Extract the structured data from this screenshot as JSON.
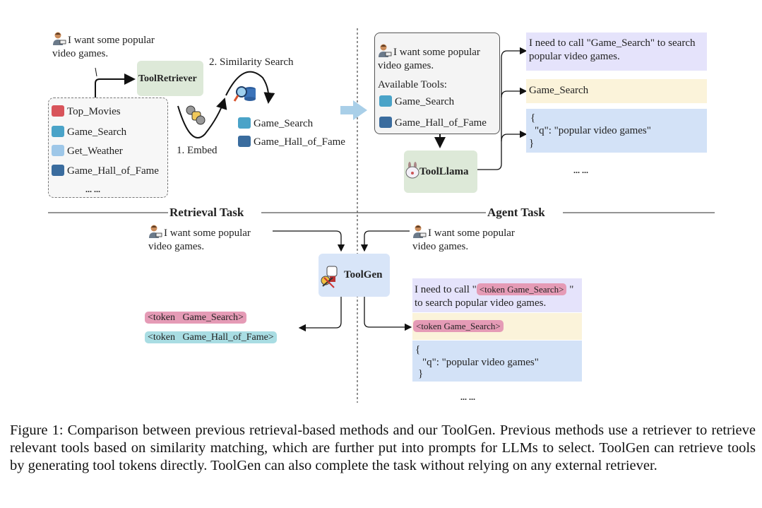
{
  "top_left": {
    "user_query_line1": "I want some popular",
    "user_query_line2": "video games.",
    "retriever_label": "ToolRetriever",
    "step_similarity": "2. Similarity Search",
    "step_embed": "1. Embed",
    "tool_pool": [
      "Top_Movies",
      "Game_Search",
      "Get_Weather",
      "Game_Hall_of_Fame"
    ],
    "tool_pool_more": "... ...",
    "retrieved_tools": [
      "Game_Search",
      "Game_Hall_of_Fame"
    ]
  },
  "top_right": {
    "prompt_line1": "I want some popular",
    "prompt_line2": "video games.",
    "available_tools_label": "Available Tools:",
    "available_tools": [
      "Game_Search",
      "Game_Hall_of_Fame"
    ],
    "model_label": "ToolLlama",
    "thought_line1": "I need to call \"Game_Search\" to search",
    "thought_line2": "popular video games.",
    "action": "Game_Search",
    "args_open": "{",
    "args_body": "\"q\": \"popular video games\"",
    "args_close": "}",
    "more": "... ..."
  },
  "sections": {
    "retrieval_task": "Retrieval Task",
    "agent_task": "Agent Task"
  },
  "bottom_left": {
    "user_query_line1": "I want some popular",
    "user_query_line2": "video games.",
    "tokens": [
      {
        "prefix": "<token",
        "name": "Game_Search>",
        "color": "#e59bb6"
      },
      {
        "prefix": "<token",
        "name": "Game_Hall_of_Fame>",
        "color": "#a9dde3"
      }
    ]
  },
  "center": {
    "model_label": "ToolGen"
  },
  "bottom_right": {
    "user_query_line1": "I want some popular",
    "user_query_line2": "video games.",
    "thought_prefix": "I need to call  \"",
    "thought_token": "<token    Game_Search>",
    "thought_suffix": " \"",
    "thought_line2": "to search popular video games.",
    "action_token": "<token    Game_Search>",
    "args_open": "{",
    "args_body": "\"q\": \"popular video games\"",
    "args_close": "}",
    "more": "... ..."
  },
  "caption": "Figure 1: Comparison between previous retrieval-based methods and our ToolGen. Previous methods use a retriever to retrieve relevant tools based on similarity matching, which are further put into prompts for LLMs to select. ToolGen can retrieve tools by generating tool tokens directly. ToolGen can also complete the task without relying on any external retriever.",
  "colors": {
    "green_box": "#dde9d8",
    "purple_panel": "#e5e3fb",
    "yellow_panel": "#fbf3da",
    "blue_panel": "#d3e2f7",
    "token_pink": "#e59bb6",
    "token_teal": "#a9dde3",
    "arrow_blue": "#a9cfe8"
  }
}
